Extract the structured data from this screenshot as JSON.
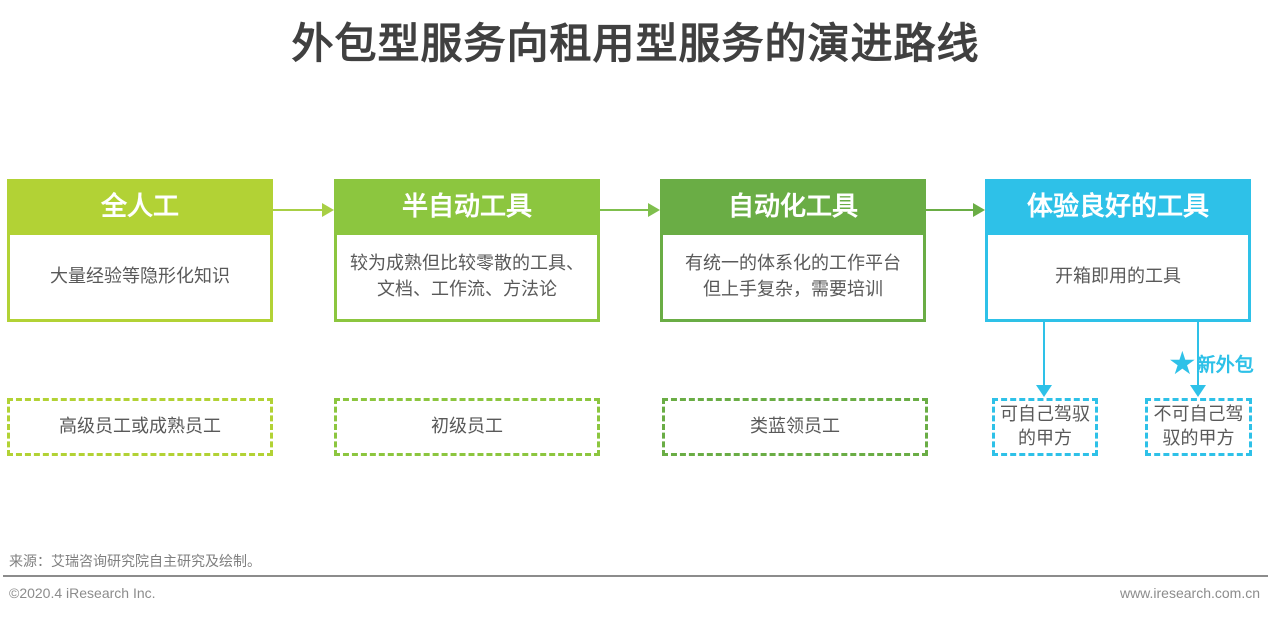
{
  "title": "外包型服务向租用型服务的演进路线",
  "colors": {
    "stage1": "#b2d235",
    "stage2": "#8cc63f",
    "stage3": "#6aad45",
    "stage4": "#2ec1e8",
    "arrow1": "#a8cf45",
    "arrow2": "#7fbf4d",
    "arrow3": "#6aad45"
  },
  "stages": [
    {
      "title": "全人工",
      "description": "大量经验等隐形化知识",
      "role": "高级员工或成熟员工"
    },
    {
      "title": "半自动工具",
      "description": "较为成熟但比较零散的工具、\n文档、工作流、方法论",
      "role": "初级员工"
    },
    {
      "title": "自动化工具",
      "description": "有统一的体系化的工作平台\n但上手复杂，需要培训",
      "role": "类蓝领员工"
    },
    {
      "title": "体验良好的工具",
      "description": "开箱即用的工具",
      "roles": [
        "可自己驾驭\n的甲方",
        "不可自己驾\n驭的甲方"
      ]
    }
  ],
  "new_outsourcing": {
    "icon": "★",
    "label": "新外包"
  },
  "footer": {
    "source": "来源：艾瑞咨询研究院自主研究及绘制。",
    "copyright": "©2020.4 iResearch Inc.",
    "website": "www.iresearch.com.cn"
  }
}
